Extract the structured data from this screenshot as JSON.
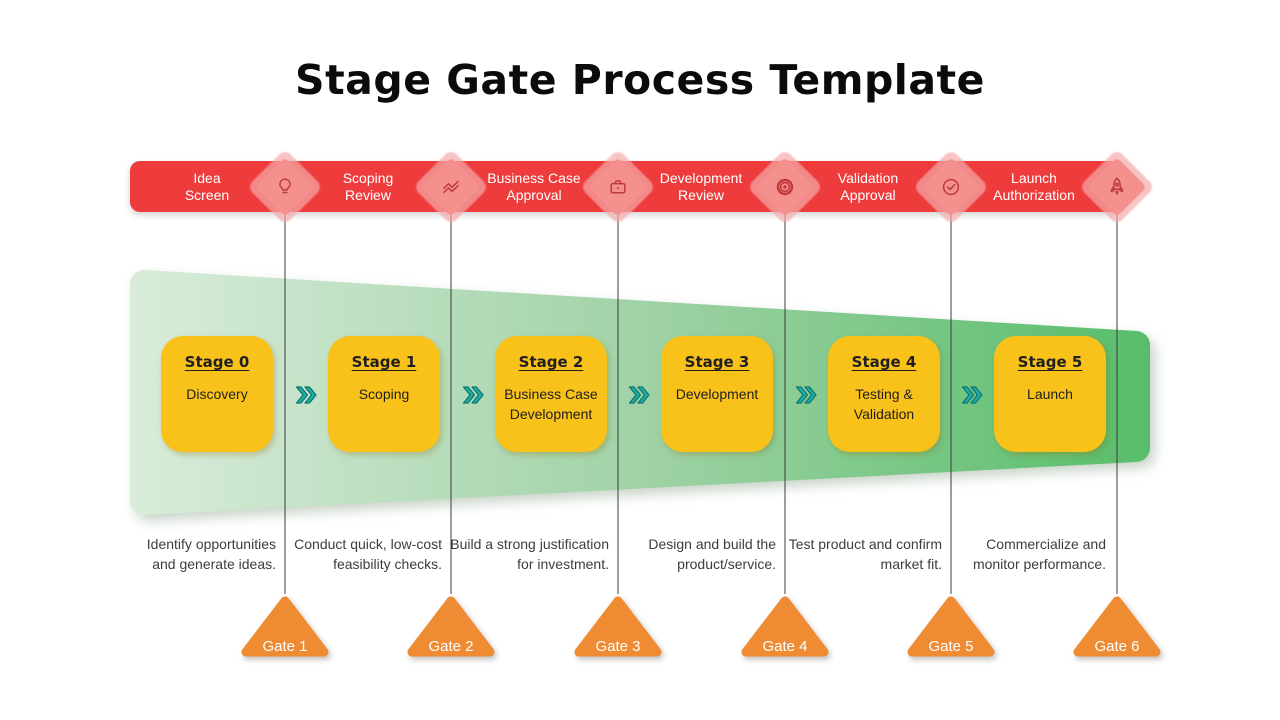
{
  "title": "Stage Gate Process Template",
  "colors": {
    "red": "#ee3c3c",
    "diamond_pink": "#f4908e",
    "diamond_halo": "#f5a9a9b3",
    "icon_red": "#c03a3a",
    "yellow": "#f9c21a",
    "teal": "#1fada5",
    "teal_dark": "#0d756e",
    "orange": "#ef8b33",
    "green_light": "#d9ecda",
    "green_mid": "#a0d2a6",
    "green_dark": "#58bd6a",
    "line_color": "#3c3c3c",
    "title_color": "#0b0b0b",
    "text_dark": "#1f1f1f",
    "text_body": "#3d3d3d"
  },
  "banner": {
    "items": [
      {
        "line1": "Idea",
        "line2": "Screen",
        "icon": "lightbulb-icon"
      },
      {
        "line1": "Scoping",
        "line2": "Review",
        "icon": "trend-icon"
      },
      {
        "line1": "Business Case",
        "line2": "Approval",
        "icon": "briefcase-icon"
      },
      {
        "line1": "Development",
        "line2": "Review",
        "icon": "gear-icon"
      },
      {
        "line1": "Validation",
        "line2": "Approval",
        "icon": "check-circle-icon"
      },
      {
        "line1": "Launch",
        "line2": "Authorization",
        "icon": "rocket-icon"
      }
    ]
  },
  "stages": [
    {
      "title": "Stage 0",
      "subtitle": "Discovery",
      "desc1": "Identify opportunities",
      "desc2": "and generate ideas."
    },
    {
      "title": "Stage 1",
      "subtitle": "Scoping",
      "desc1": "Conduct quick, low-cost",
      "desc2": "feasibility checks."
    },
    {
      "title": "Stage 2",
      "subtitle": "Business Case Development",
      "desc1": "Build a strong justification",
      "desc2": "for investment."
    },
    {
      "title": "Stage 3",
      "subtitle": "Development",
      "desc1": "Design and build the",
      "desc2": "product/service."
    },
    {
      "title": "Stage 4",
      "subtitle": "Testing & Validation",
      "desc1": "Test product and confirm",
      "desc2": "market fit."
    },
    {
      "title": "Stage 5",
      "subtitle": "Launch",
      "desc1": "Commercialize and",
      "desc2": "monitor performance."
    }
  ],
  "gates": [
    {
      "label": "Gate 1"
    },
    {
      "label": "Gate 2"
    },
    {
      "label": "Gate 3"
    },
    {
      "label": "Gate 4"
    },
    {
      "label": "Gate 5"
    },
    {
      "label": "Gate 6"
    }
  ]
}
